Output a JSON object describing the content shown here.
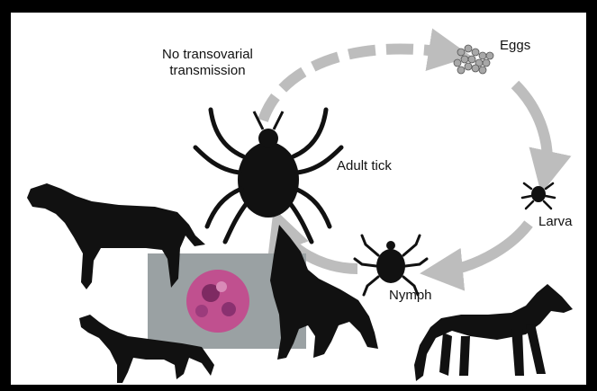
{
  "labels": {
    "no_transovarial_line1": "No transovarial",
    "no_transovarial_line2": "transmission",
    "eggs": "Eggs",
    "adult_tick": "Adult tick",
    "larva": "Larva",
    "nymph": "Nymph"
  },
  "stages": [
    "Eggs",
    "Larva",
    "Nymph",
    "Adult tick"
  ],
  "hosts": [
    "dog",
    "fox",
    "wolf",
    "coyote"
  ],
  "micrograph": "infected-cell-inclusion",
  "colors": {
    "frame": "#000000",
    "background": "#ffffff",
    "arrow": "#bdbdbd",
    "silhouette": "#111111",
    "micrograph_bg": "#9aa1a3",
    "cell_stain": "#c0508f"
  }
}
